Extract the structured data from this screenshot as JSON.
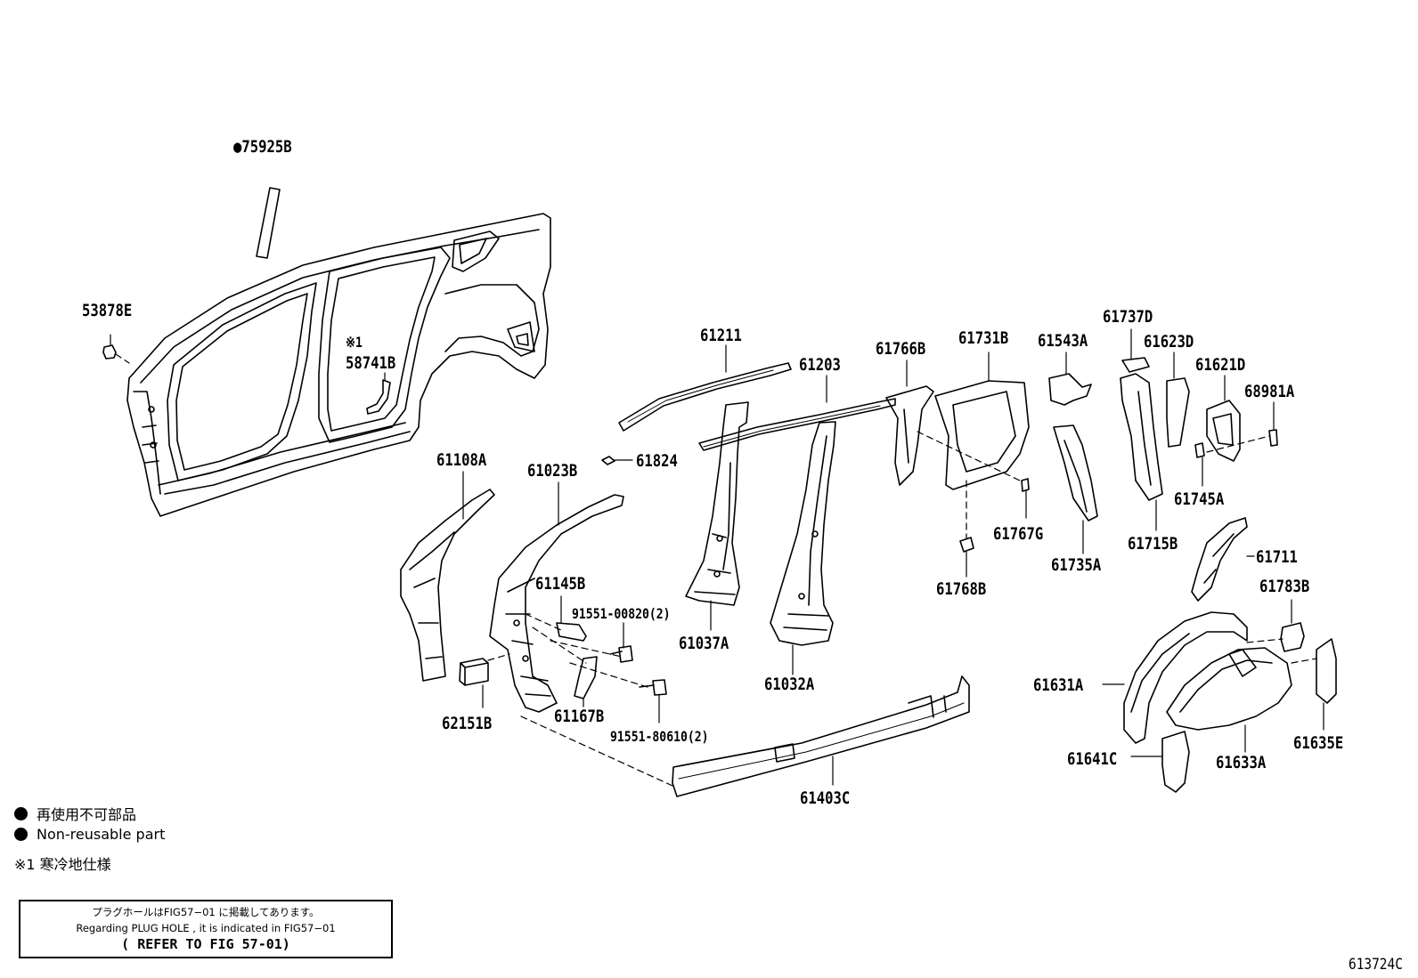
{
  "labels": [
    {
      "id": "75925B",
      "text": "●75925B"
    },
    {
      "id": "53878E",
      "text": "53878E"
    },
    {
      "id": "58741B-mark",
      "text": "※1"
    },
    {
      "id": "58741B",
      "text": "58741B"
    },
    {
      "id": "61211",
      "text": "61211"
    },
    {
      "id": "61203",
      "text": "61203"
    },
    {
      "id": "61766B",
      "text": "61766B"
    },
    {
      "id": "61731B",
      "text": "61731B"
    },
    {
      "id": "61543A",
      "text": "61543A"
    },
    {
      "id": "61737D",
      "text": "61737D"
    },
    {
      "id": "61623D",
      "text": "61623D"
    },
    {
      "id": "61621D",
      "text": "61621D"
    },
    {
      "id": "68981A",
      "text": "68981A"
    },
    {
      "id": "61108A",
      "text": "61108A"
    },
    {
      "id": "61023B",
      "text": "61023B"
    },
    {
      "id": "61824",
      "text": "61824"
    },
    {
      "id": "61145B",
      "text": "61145B"
    },
    {
      "id": "91551-00820",
      "text": "91551-00820(2)"
    },
    {
      "id": "61037A",
      "text": "61037A"
    },
    {
      "id": "61032A",
      "text": "61032A"
    },
    {
      "id": "61767G",
      "text": "61767G"
    },
    {
      "id": "61735A",
      "text": "61735A"
    },
    {
      "id": "61715B",
      "text": "61715B"
    },
    {
      "id": "61745A",
      "text": "61745A"
    },
    {
      "id": "61711",
      "text": "61711"
    },
    {
      "id": "61768B",
      "text": "61768B"
    },
    {
      "id": "61783B",
      "text": "61783B"
    },
    {
      "id": "62151B",
      "text": "62151B"
    },
    {
      "id": "61167B",
      "text": "61167B"
    },
    {
      "id": "91551-80610",
      "text": "91551-80610(2)"
    },
    {
      "id": "61631A",
      "text": "61631A"
    },
    {
      "id": "61641C",
      "text": "61641C"
    },
    {
      "id": "61633A",
      "text": "61633A"
    },
    {
      "id": "61635E",
      "text": "61635E"
    },
    {
      "id": "61403C",
      "text": "61403C"
    }
  ],
  "legend": {
    "jp_nonreusable": "再使用不可部品",
    "en_nonreusable": "Non-reusable part",
    "cold_spec": "※1 寒冷地仕様"
  },
  "note": {
    "jp": "プラグホールはFIG57−01 に掲載してあります。",
    "en": "Regarding PLUG HOLE , it is indicated in FIG57−01",
    "refer": "( REFER TO FIG 57-01)"
  },
  "figure_code": "613724C",
  "colors": {
    "ink": "#000000",
    "paper": "#ffffff"
  }
}
